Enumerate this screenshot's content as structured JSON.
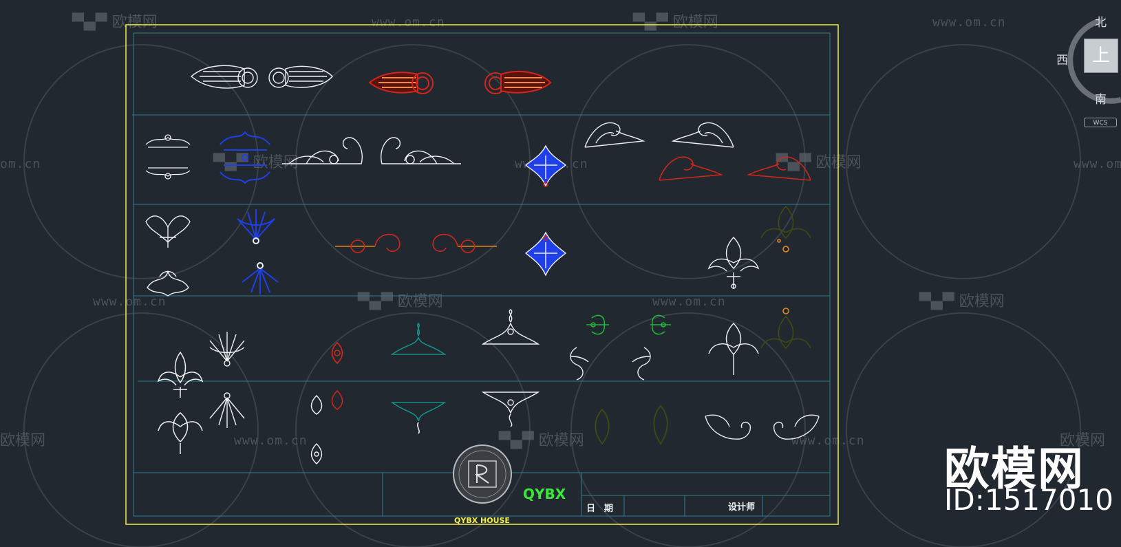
{
  "watermark": {
    "brand": "欧模网",
    "url": "www.om.cn",
    "url_short": "om.cn"
  },
  "overlay": {
    "brand": "欧模网",
    "id_label": "ID:1517010"
  },
  "navcube": {
    "north": "北",
    "west": "西",
    "south": "南",
    "face": "上",
    "wcs": "WCS"
  },
  "title_block": {
    "logo_text": "QYBX",
    "company": "QYBX  HOUSE",
    "date_label": "日　期",
    "designer_label": "设计师"
  },
  "colors": {
    "background": "#212830",
    "frame": "#f4f04a",
    "grid": "#2e7f93",
    "white": "#eef0f2",
    "red": "#d3261a",
    "blue": "#1f3fe8",
    "teal": "#168f86",
    "green": "#25b53a",
    "olive": "#3f4a12",
    "orange": "#e8851a",
    "logo_green": "#39e83b"
  }
}
